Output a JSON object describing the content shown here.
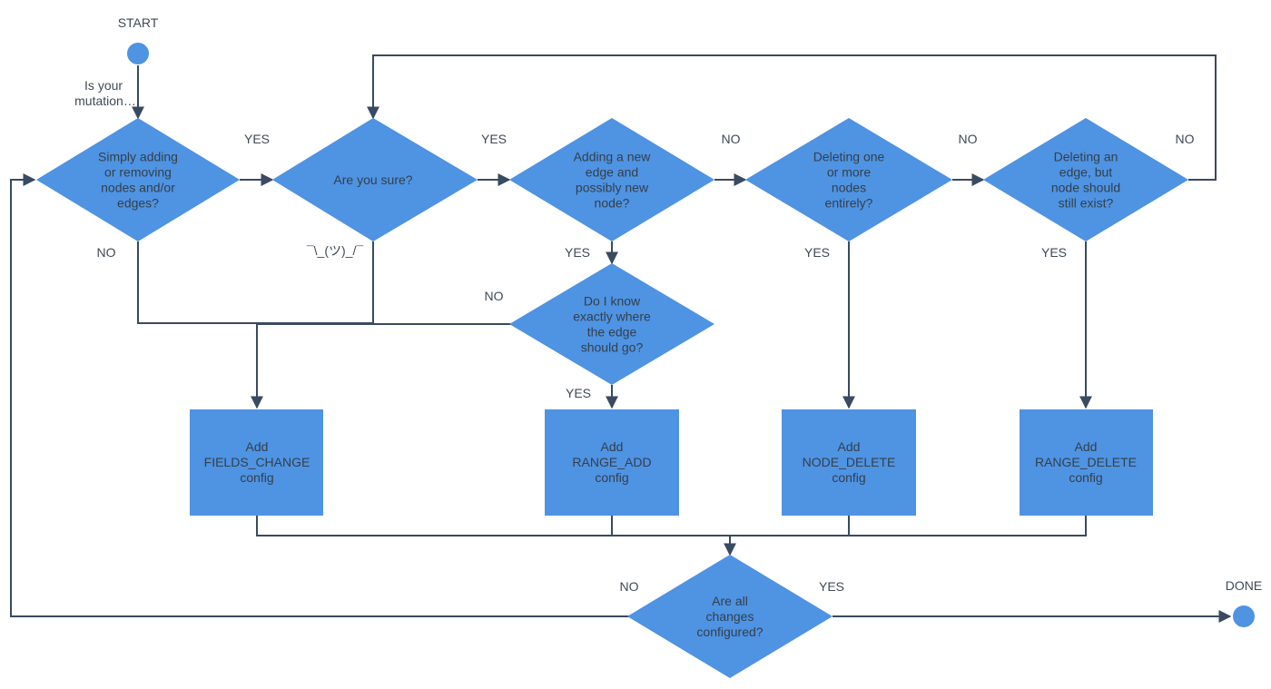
{
  "colors": {
    "shape_fill": "#4f93e3",
    "line": "#3a4a60",
    "text": "#33404a"
  },
  "terminals": {
    "start": "START",
    "done": "DONE"
  },
  "intro_text": {
    "line1": "Is your",
    "line2": "mutation…"
  },
  "decisions": {
    "simply_adding": [
      "Simply adding",
      "or removing",
      "nodes and/or",
      "edges?"
    ],
    "are_you_sure": [
      "Are you sure?"
    ],
    "adding_new_edge": [
      "Adding a new",
      "edge and",
      "possibly new",
      "node?"
    ],
    "deleting_nodes": [
      "Deleting one",
      "or more",
      "nodes",
      "entirely?"
    ],
    "deleting_edge": [
      "Deleting an",
      "edge, but",
      "node should",
      "still exist?"
    ],
    "know_where": [
      "Do I know",
      "exactly where",
      "the edge",
      "should go?"
    ],
    "all_configured": [
      "Are all",
      "changes",
      "configured?"
    ]
  },
  "actions": {
    "fields_change": [
      "Add",
      "FIELDS_CHANGE",
      "config"
    ],
    "range_add": [
      "Add",
      "RANGE_ADD",
      "config"
    ],
    "node_delete": [
      "Add",
      "NODE_DELETE",
      "config"
    ],
    "range_delete": [
      "Add",
      "RANGE_DELETE",
      "config"
    ]
  },
  "edge_labels": {
    "simply_yes": "YES",
    "simply_no": "NO",
    "sure_yes": "YES",
    "shrug": "¯\\_(ツ)_/¯",
    "adding_no": "NO",
    "adding_yes": "YES",
    "deleting_nodes_no": "NO",
    "deleting_nodes_yes": "YES",
    "deleting_edge_no": "NO",
    "deleting_edge_yes": "YES",
    "know_no": "NO",
    "know_yes": "YES",
    "configured_no": "NO",
    "configured_yes": "YES"
  }
}
